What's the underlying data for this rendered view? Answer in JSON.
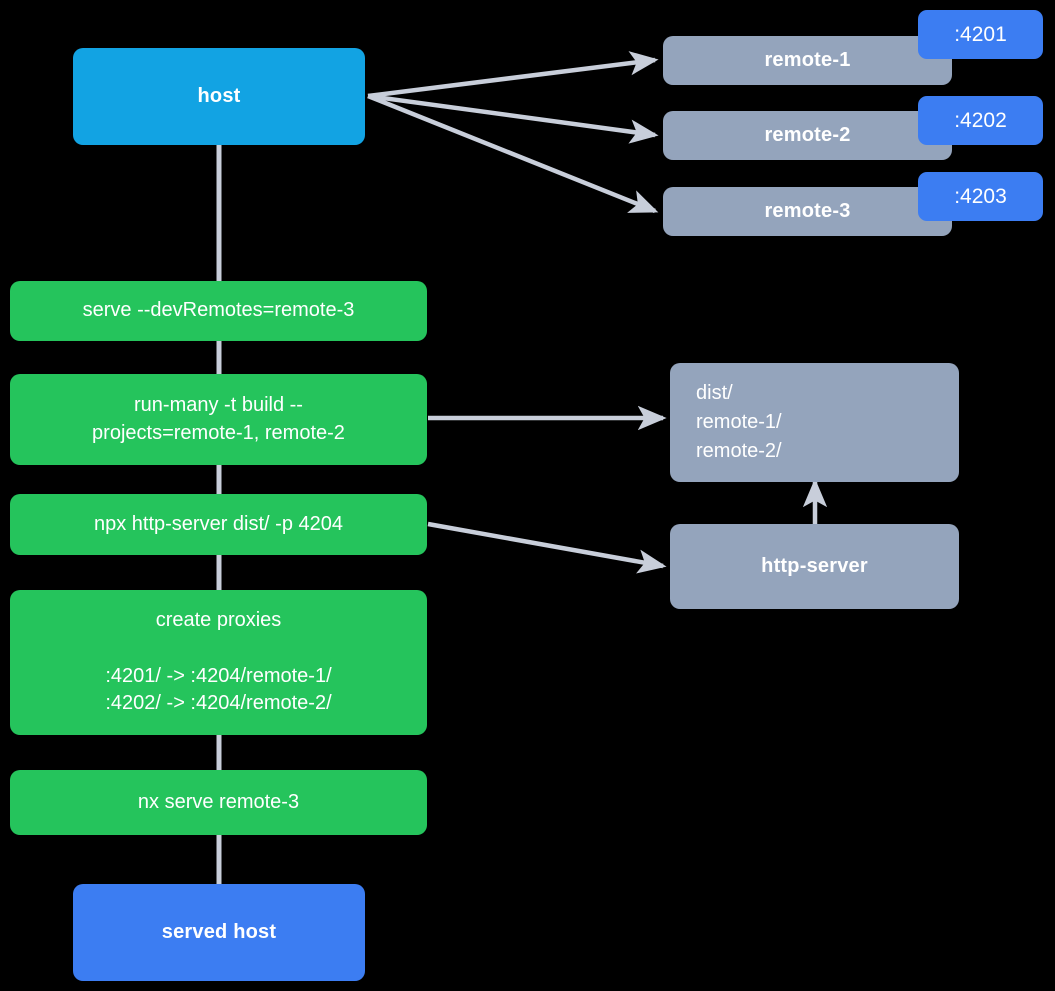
{
  "diagram": {
    "title": "nx module federation host and remotes serve flow",
    "background": "#000000",
    "colors": {
      "host_blue": "#12A3E3",
      "served_host_blue": "#3C7DF2",
      "badge_blue": "#3C7DF2",
      "remote_gray": "#94A4BC",
      "command_green": "#25C45C",
      "edge_gray": "#C8CEDA",
      "text_white": "#FFFFFF"
    }
  },
  "nodes": {
    "host": {
      "label": "host",
      "type": "host"
    },
    "served_host": {
      "label": "served host",
      "type": "served-host"
    },
    "remotes": [
      {
        "label": "remote-1",
        "port": ":4201"
      },
      {
        "label": "remote-2",
        "port": ":4202"
      },
      {
        "label": "remote-3",
        "port": ":4203"
      }
    ],
    "dist": {
      "label": "dist/\n       remote-1/\n       remote-2/"
    },
    "http_server": {
      "label": "http-server"
    }
  },
  "commands": [
    {
      "label": "serve --devRemotes=remote-3"
    },
    {
      "label": "run-many -t build --\nprojects=remote-1, remote-2"
    },
    {
      "label": "npx http-server dist/ -p 4204"
    },
    {
      "label": "create proxies\n\n:4201/ -> :4204/remote-1/\n:4202/ -> :4204/remote-2/"
    },
    {
      "label": "nx serve remote-3"
    }
  ],
  "edges": [
    {
      "from": "host",
      "to": "remote-1",
      "arrow": "to"
    },
    {
      "from": "host",
      "to": "remote-2",
      "arrow": "to"
    },
    {
      "from": "host",
      "to": "remote-3",
      "arrow": "to"
    },
    {
      "from": "host",
      "to": "served-host",
      "arrow": "none"
    },
    {
      "from": "run-many",
      "to": "dist",
      "arrow": "to"
    },
    {
      "from": "npx-http-server",
      "to": "http-server",
      "arrow": "to"
    },
    {
      "from": "http-server",
      "to": "dist",
      "arrow": "to"
    }
  ]
}
